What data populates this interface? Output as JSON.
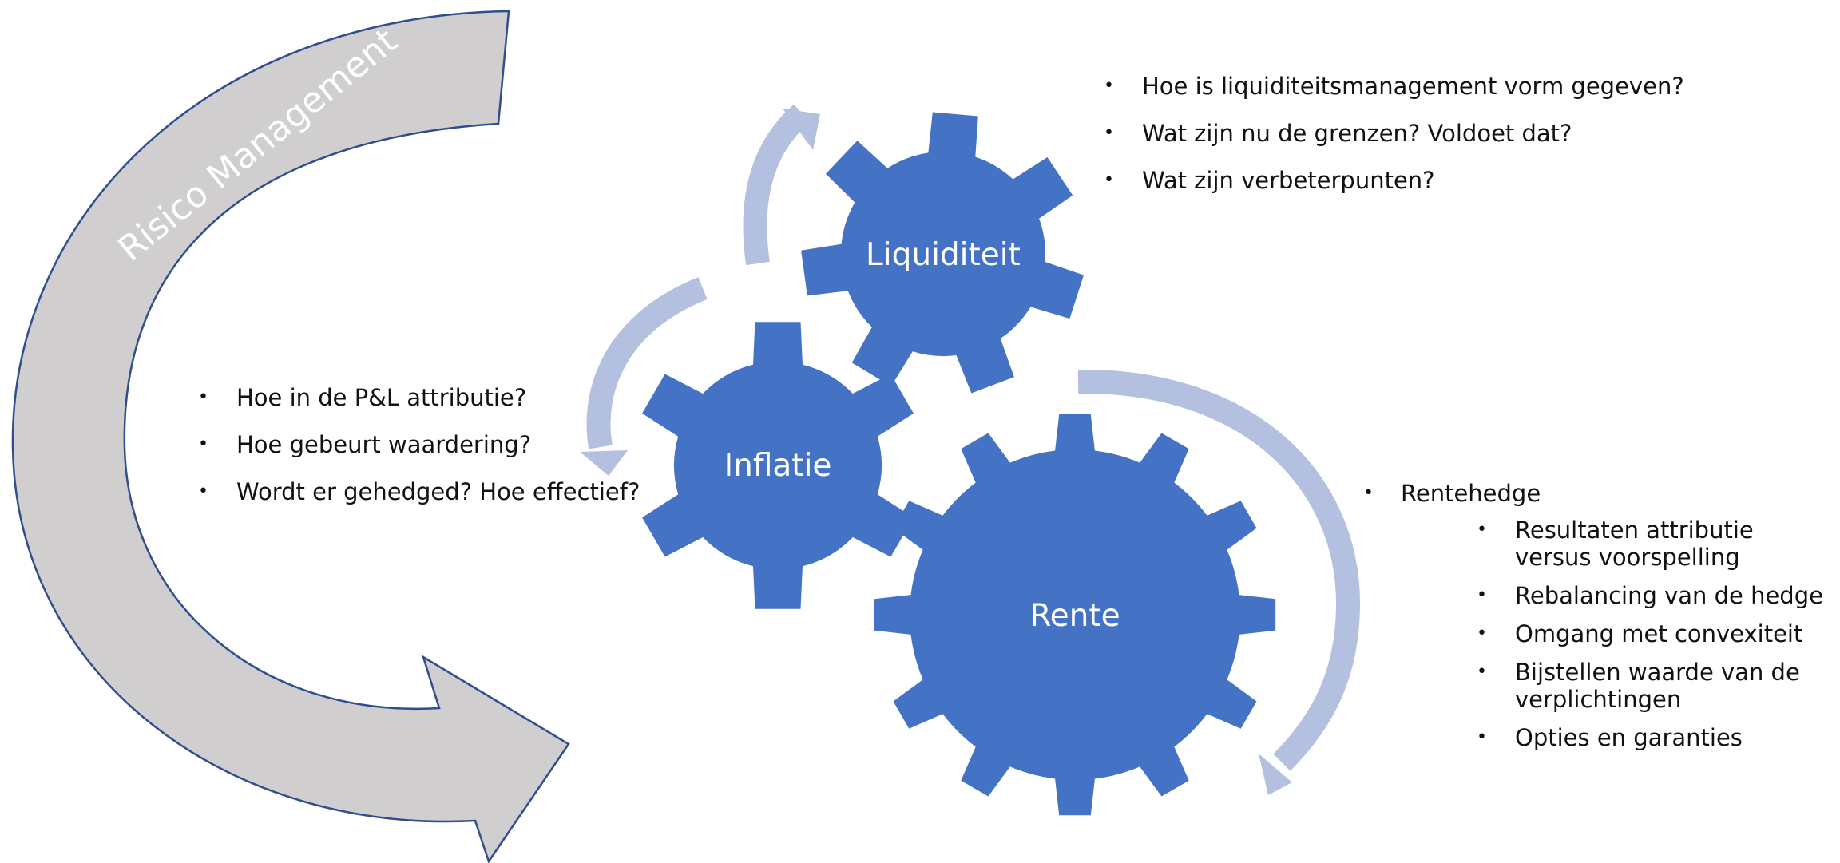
{
  "banner": {
    "label": "Risico Management"
  },
  "gears": {
    "liquiditeit": {
      "label": "Liquiditeit"
    },
    "inflatie": {
      "label": "Inflatie"
    },
    "rente": {
      "label": "Rente"
    }
  },
  "liquiditeit_questions": [
    "Hoe is liquiditeitsmanagement vorm gegeven?",
    "Wat zijn nu de grenzen? Voldoet dat?",
    "Wat zijn verbeterpunten?"
  ],
  "inflatie_questions": [
    "Hoe in de P&L attributie?",
    "Hoe gebeurt waardering?",
    "Wordt er gehedged? Hoe effectief?"
  ],
  "rente_section": {
    "heading": "Rentehedge",
    "items": [
      "Resultaten attributie versus voorspelling",
      "Rebalancing van de hedge",
      "Omgang met convexiteit",
      "Bijstellen waarde van de verplichtingen",
      "Opties en garanties"
    ]
  },
  "colors": {
    "gear": "#4472C4",
    "arc_arrow": "#B4C0E0",
    "banner_fill": "#D0CECE",
    "banner_stroke": "#2F4E8F"
  }
}
